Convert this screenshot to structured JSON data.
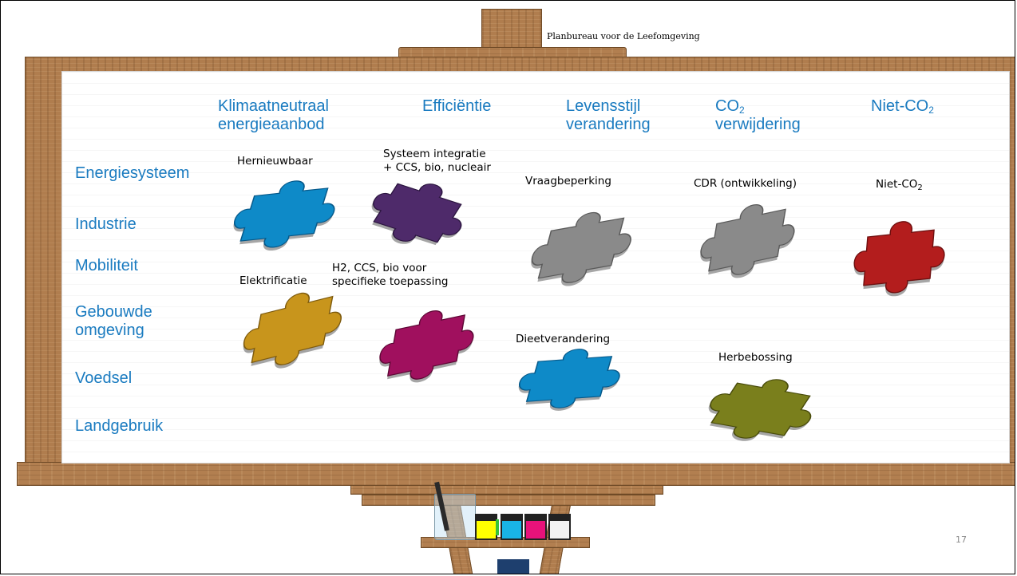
{
  "header": {
    "source": "Planbureau voor de Leefomgeving"
  },
  "columns": [
    {
      "line1": "Klimaatneutraal",
      "line2": "energieaanbod"
    },
    {
      "line1": "Efficiëntie",
      "line2": ""
    },
    {
      "line1": "Levensstijl",
      "line2": "verandering"
    },
    {
      "line1_main": "CO",
      "line1_sub": "2",
      "line2": "verwijdering"
    },
    {
      "main": "Niet-CO",
      "sub": "2"
    }
  ],
  "rows": [
    {
      "label": "Energiesysteem"
    },
    {
      "label": "Industrie"
    },
    {
      "label": "Mobiliteit"
    },
    {
      "line1": "Gebouwde",
      "line2": "omgeving"
    },
    {
      "label": "Voedsel"
    },
    {
      "label": "Landgebruik"
    }
  ],
  "pieces": [
    {
      "label": "Hernieuwbaar",
      "color": "#0e8ac8"
    },
    {
      "line1": "Systeem integratie",
      "line2": "+ CCS, bio, nucleair",
      "color": "#4e2a6a"
    },
    {
      "label": "Vraagbeperking",
      "color": "#8a8a8a"
    },
    {
      "label": "CDR (ontwikkeling)",
      "color": "#8a8a8a"
    },
    {
      "main": "Niet-CO",
      "sub": "2",
      "color": "#b31d1d"
    },
    {
      "label": "Elektrificatie",
      "color": "#c8951c"
    },
    {
      "line1": "H2, CCS, bio voor",
      "line2": "specifieke toepassing",
      "color": "#a0105e"
    },
    {
      "label": "Dieetverandering",
      "color": "#0e8ac8"
    },
    {
      "label": "Herbebossing",
      "color": "#7a7f1c"
    }
  ],
  "paints": [
    "#ffff00",
    "#19b4e6",
    "#e8127a",
    "#f2f2f2"
  ],
  "footer": {
    "page_number": "17"
  }
}
